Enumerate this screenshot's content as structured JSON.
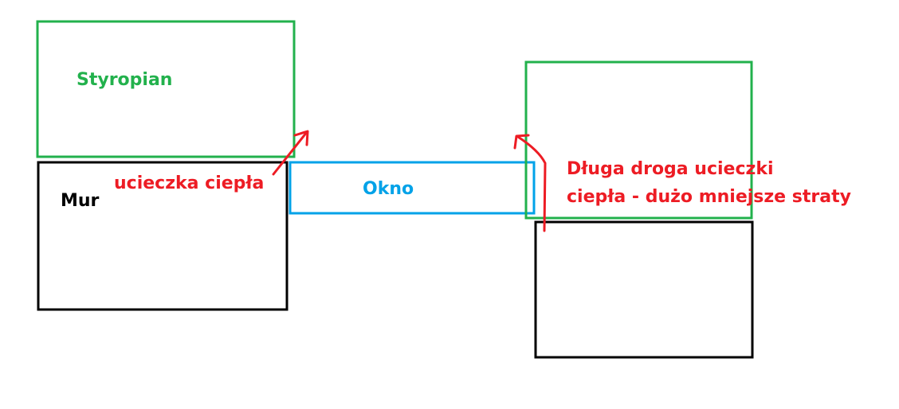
{
  "labels": {
    "styropian": "Styropian",
    "mur": "Mur",
    "okno": "Okno",
    "short_path": "ucieczka ciepła",
    "long_path_line1": "Długa droga ucieczki",
    "long_path_line2": "ciepła - dużo mniejsze straty"
  },
  "colors": {
    "insulation": "#22b14c",
    "wall": "#000000",
    "window": "#00a2e8",
    "heat_arrow": "#ed1c24"
  }
}
